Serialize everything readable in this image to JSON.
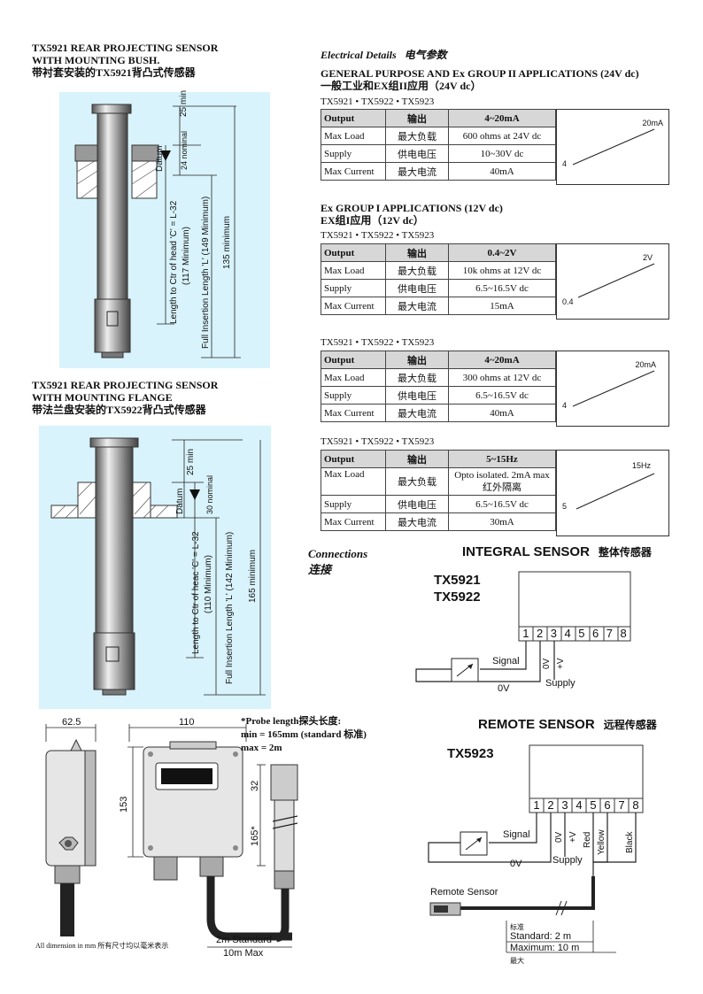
{
  "left": {
    "bush": {
      "title1": "TX5921 REAR PROJECTING SENSOR",
      "title2": "WITH MOUNTING BUSH.",
      "title_cn": "带衬套安装的TX5921背凸式传感器",
      "dim_top": "25 min",
      "dim_datum_label": "Datum",
      "dim_nominal": "24 nominal",
      "length_label": "Length to Ctr of head 'C' = L-32",
      "length_sub": "(117 Minimum)",
      "insertion_label": "Full Insertion Length 'L' (149 Minimum)",
      "min_label": "135 minimum"
    },
    "flange": {
      "title1": "TX5921 REAR PROJECTING SENSOR",
      "title2": "WITH MOUNTING FLANGE",
      "title_cn": "带法兰盘安装的TX5922背凸式传感器",
      "dim_top": "25 min",
      "dim_datum_label": "Datum",
      "dim_nominal": "30 nominal",
      "length_label": "Length to Ctr of heac 'C' = L-32",
      "length_sub": "(110 Minimum)",
      "insertion_label": "Full Insertion Length 'L' (142 Minimum)",
      "min_label": "165 minimum"
    },
    "bottom": {
      "w1": "62.5",
      "w2": "110",
      "h1": "153",
      "d32": "32",
      "d165": "165*",
      "std": "2m Standard",
      "max": "10m Max",
      "note": "All dimension in mm 所有尺寸均以毫米表示",
      "probe_title": "*Probe length探头长度:",
      "probe_min": "min = 165mm (standard 标准)",
      "probe_max": "max = 2m"
    }
  },
  "electrical": {
    "title": "Electrical Details",
    "title_cn": "电气参数",
    "sec1_title": "GENERAL PURPOSE AND Ex GROUP II APPLICATIONS (24V dc)",
    "sec1_cn": "一般工业和EX组II应用（24V dc）",
    "sec2_title": "Ex GROUP I APPLICATIONS (12V dc)",
    "sec2_cn": "EX组I应用（12V dc）",
    "models": "TX5921 • TX5922 • TX5923",
    "tables": [
      {
        "rows": [
          [
            "Output",
            "输出",
            "4~20mA"
          ],
          [
            "Max Load",
            "最大负载",
            "600 ohms at 24V dc"
          ],
          [
            "Supply",
            "供电电压",
            "10~30V dc"
          ],
          [
            "Max Current",
            "最大电流",
            "40mA"
          ]
        ],
        "g_top": "20mA",
        "g_bot": "4"
      },
      {
        "rows": [
          [
            "Output",
            "输出",
            "0.4~2V"
          ],
          [
            "Max Load",
            "最大负载",
            "10k ohms at 12V dc"
          ],
          [
            "Supply",
            "供电电压",
            "6.5~16.5V dc"
          ],
          [
            "Max Current",
            "最大电流",
            "15mA"
          ]
        ],
        "g_top": "2V",
        "g_bot": "0.4"
      },
      {
        "rows": [
          [
            "Output",
            "输出",
            "4~20mA"
          ],
          [
            "Max Load",
            "最大负载",
            "300 ohms at 12V dc"
          ],
          [
            "Supply",
            "供电电压",
            "6.5~16.5V dc"
          ],
          [
            "Max Current",
            "最大电流",
            "40mA"
          ]
        ],
        "g_top": "20mA",
        "g_bot": "4"
      },
      {
        "rows": [
          [
            "Output",
            "输出",
            "5~15Hz"
          ],
          [
            "Max Load",
            "最大负载",
            "Opto isolated. 2mA max"
          ],
          [
            "Supply",
            "供电电压",
            "6.5~16.5V dc"
          ],
          [
            "Max Current",
            "最大电流",
            "30mA"
          ]
        ],
        "load_cn2": "红外隔离",
        "g_top": "15Hz",
        "g_bot": "5"
      }
    ]
  },
  "connections": {
    "title": "Connections",
    "title_cn": "连接",
    "integral": {
      "title": "INTEGRAL SENSOR",
      "title_cn": "整体传感器",
      "model1": "TX5921",
      "model2": "TX5922",
      "terminals": [
        "1",
        "2",
        "3",
        "4",
        "5",
        "6",
        "7",
        "8"
      ],
      "signal": "Signal",
      "zero_v": "0V",
      "supply": "Supply",
      "t_0v": "0V",
      "t_plus": "+V"
    },
    "remote": {
      "title": "REMOTE SENSOR",
      "title_cn": "远程传感器",
      "model": "TX5923",
      "terminals": [
        "1",
        "2",
        "3",
        "4",
        "5",
        "6",
        "7",
        "8"
      ],
      "signal": "Signal",
      "zero_v": "0V",
      "supply": "Supply",
      "t_0v": "0V",
      "t_plus": "+V",
      "red": "Red",
      "yellow": "Yellow",
      "black": "Black",
      "remote_label": "Remote Sensor",
      "std_cn": "标准",
      "standard": "Standard:   2 m",
      "maximum": "Maximum: 10 m",
      "max_cn": "最大"
    }
  }
}
